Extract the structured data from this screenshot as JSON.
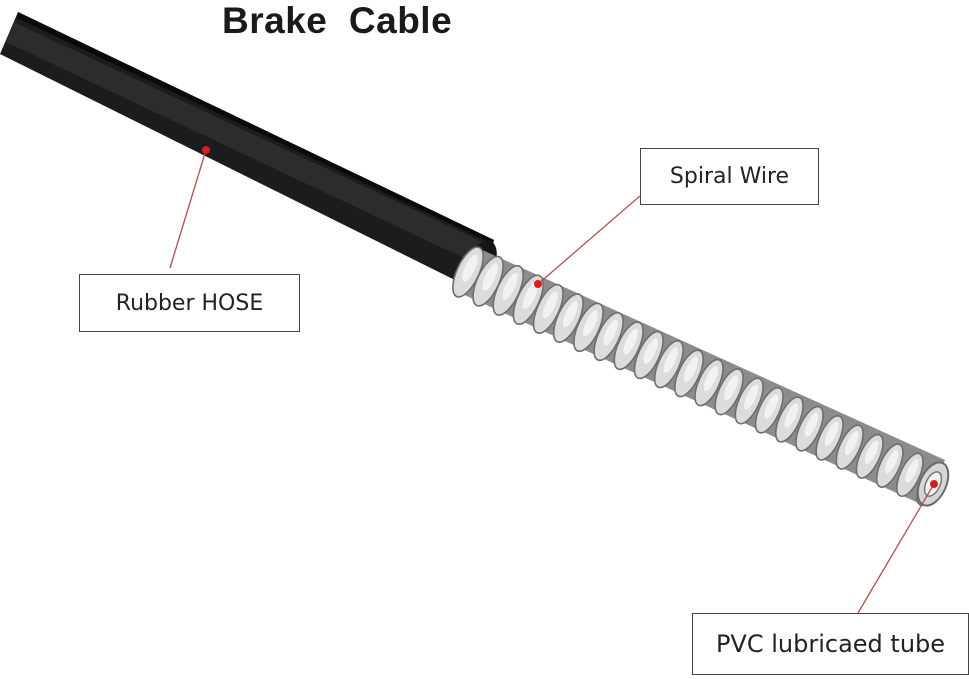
{
  "title": "Brake  Cable",
  "labels": {
    "spiral_wire": "Spiral Wire",
    "rubber_hose": "Rubber HOSE",
    "pvc_tube": "PVC lubricaed tube"
  },
  "colors": {
    "hose": "#1c1c1e",
    "spiral_light": "#e2e2e2",
    "spiral_dark": "#7a7a7a",
    "marker": "#d42020",
    "leader_line": "#b05050"
  }
}
